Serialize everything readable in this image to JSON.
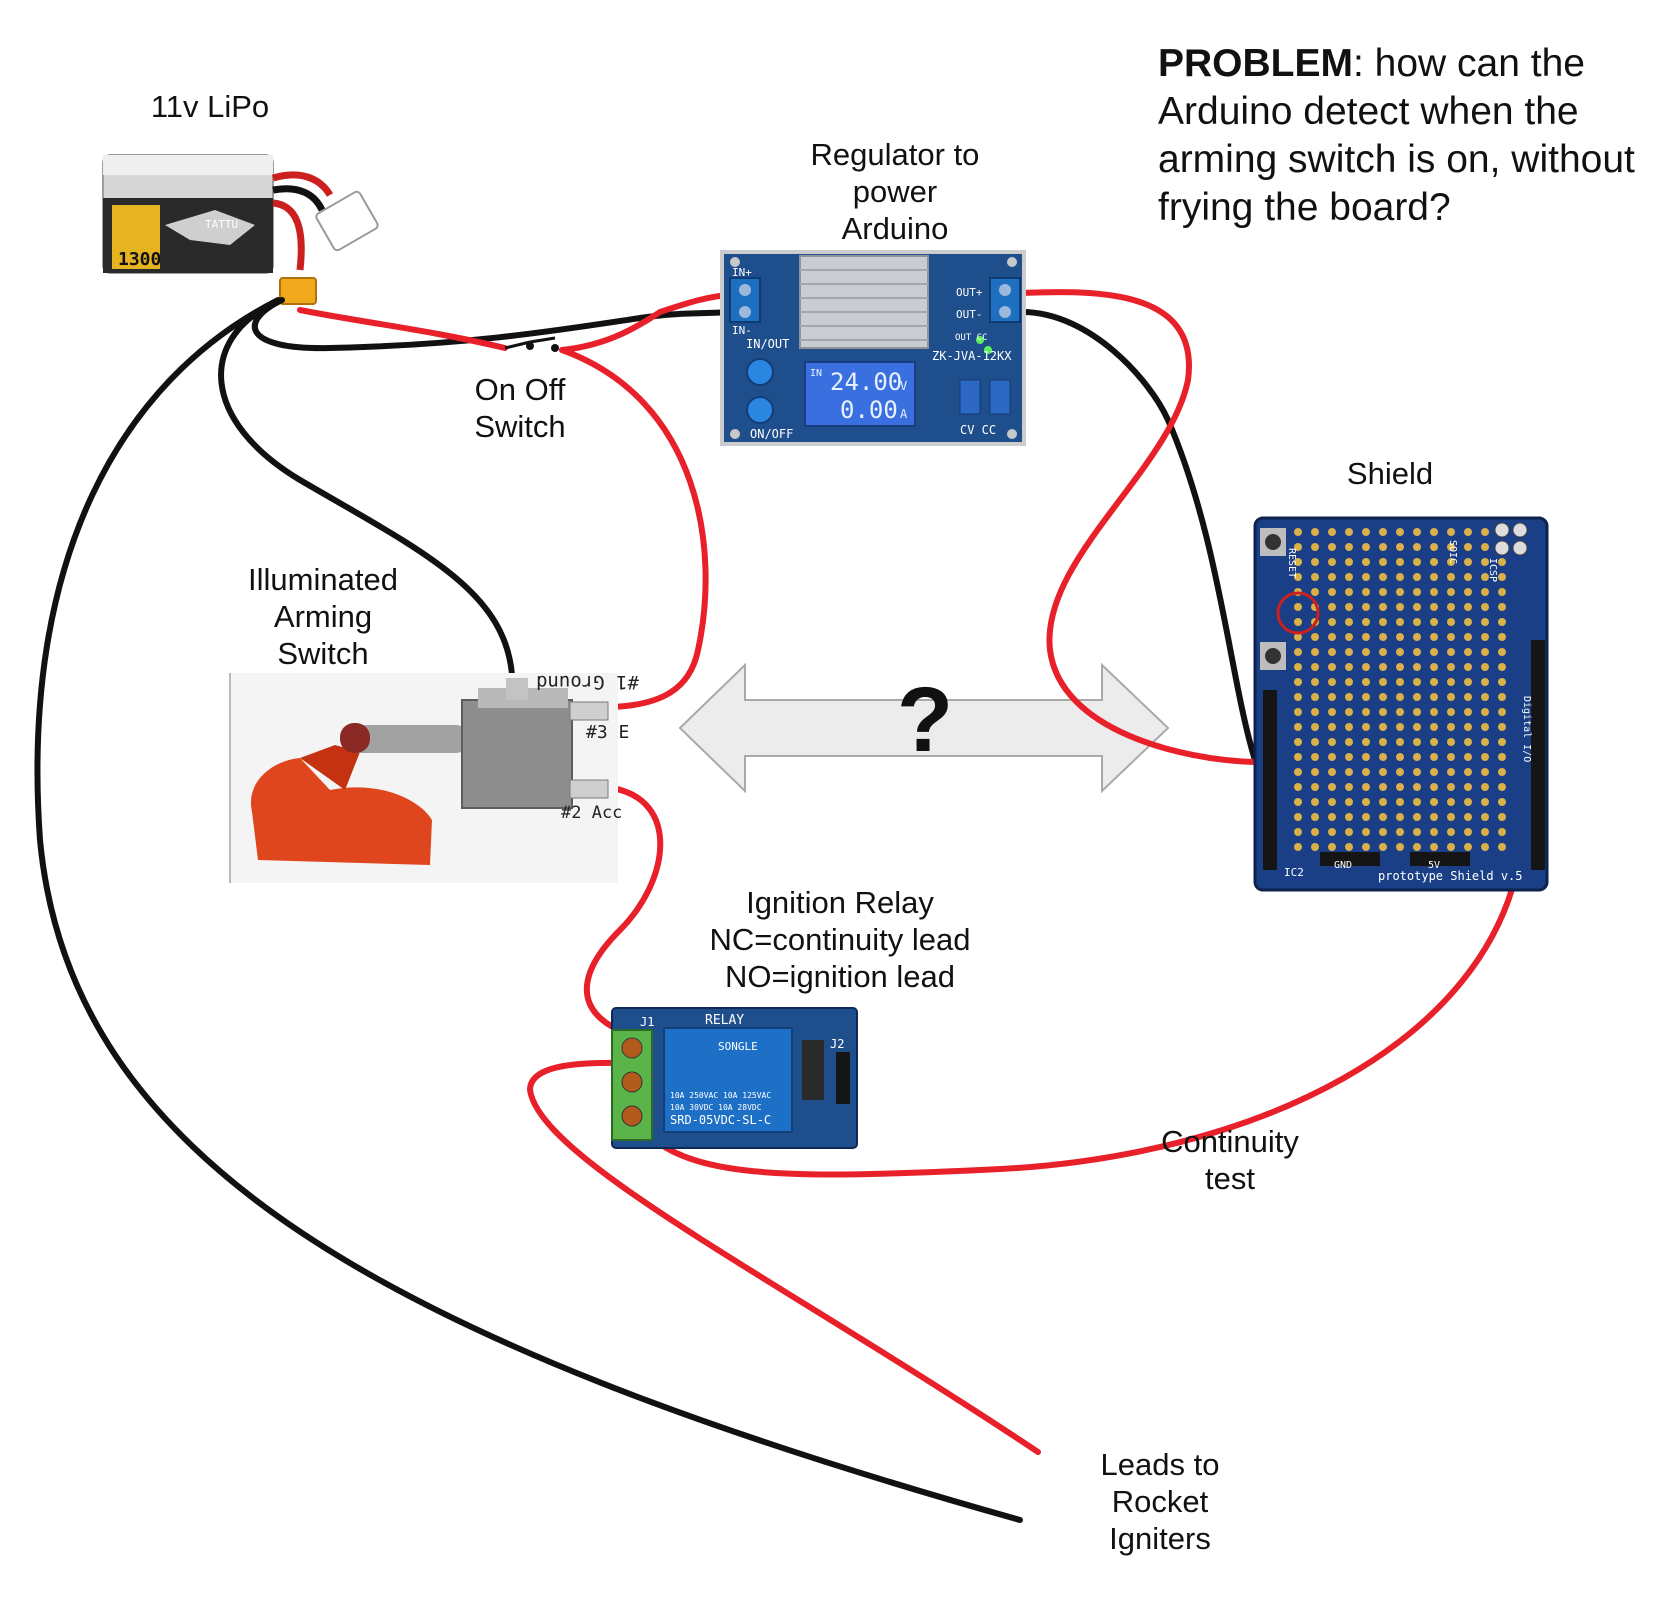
{
  "labels": {
    "battery": "11v LiPo",
    "regulator": "Regulator to\npower\nArduino",
    "on_off_switch": "On Off\nSwitch",
    "arming_switch": "Illuminated\nArming\nSwitch",
    "shield": "Shield",
    "relay": "Ignition Relay\nNC=continuity lead\nNO=ignition lead",
    "continuity": "Continuity\ntest",
    "leads": "Leads to\nRocket\nIgniters",
    "question": "?"
  },
  "problem": {
    "heading": "PROBLEM",
    "text": ": how can the Arduino detect when the arming switch is on, without frying the board?"
  },
  "battery_print": {
    "capacity": "1300",
    "brand": "TATTU"
  },
  "regulator_print": {
    "in_plus": "IN+",
    "in_minus": "IN-",
    "out_plus": "OUT+",
    "out_minus": "OUT-",
    "in_out": "IN/OUT",
    "on_off": "ON/OFF",
    "model": "ZK-JVA-12KX",
    "cv_cc": "CV CC",
    "display_voltage": "24.00",
    "display_current": "0.00",
    "volt_unit": "V",
    "amp_unit": "A",
    "in_tag": "IN",
    "out_cc": "OUT CC"
  },
  "switch_print": {
    "pin1": "#1 Ground",
    "pin3": "#3 E",
    "pin2": "#2 Acc"
  },
  "relay_print": {
    "title": "RELAY",
    "j1": "J1",
    "j2": "J2",
    "brand": "SONGLE",
    "rating1": "10A 250VAC  10A 125VAC",
    "rating2": "10A 30VDC   10A 28VDC",
    "model": "SRD-05VDC-SL-C"
  },
  "shield_print": {
    "reset": "RESET",
    "digital": "Digital I/O",
    "name": "prototype\nShield v.5",
    "ic": "IC2",
    "gnd": "GND",
    "v5": "5V",
    "icsp": "ICSP",
    "soic": "SOIC"
  },
  "colors": {
    "red_wire": "#e8202a",
    "black_wire": "#111111",
    "arrow_fill": "#ececec",
    "arrow_stroke": "#a9a9a9",
    "pcb_blue": "#1f4e8c",
    "shield_blue": "#1b3f86",
    "lcd_blue": "#3a6fe0",
    "switch_red": "#e0461e",
    "gold": "#d9b04a"
  }
}
